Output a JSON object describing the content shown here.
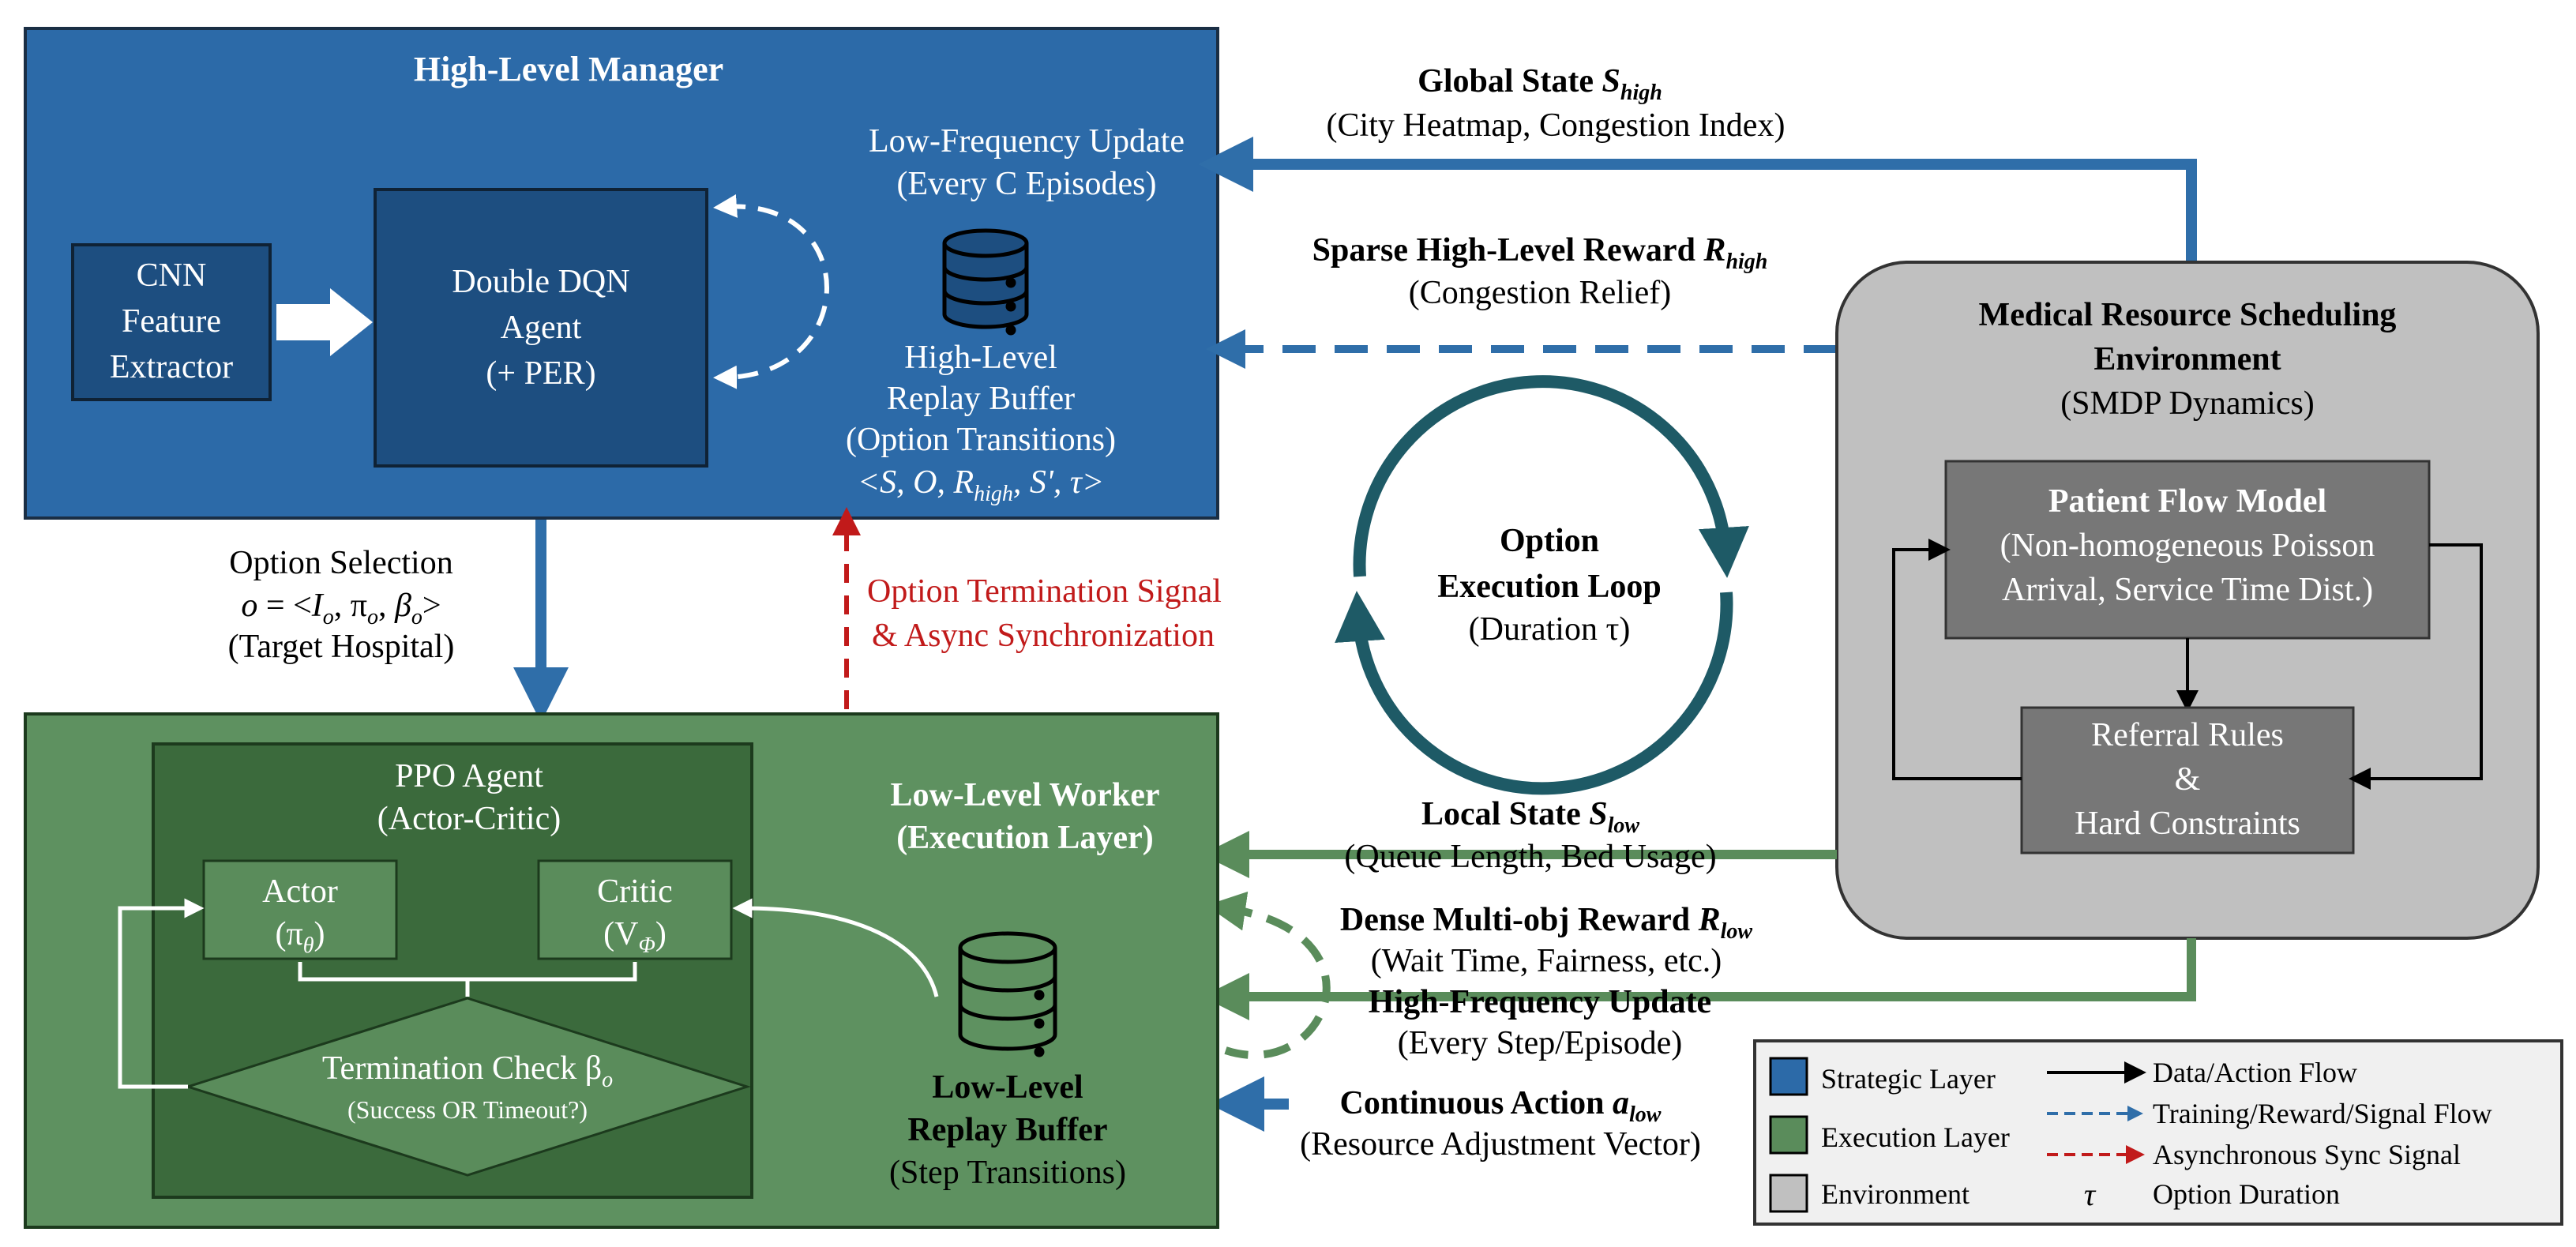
{
  "colors": {
    "strategic": "#2c6aa8",
    "strategic_inner": "#1d4e80",
    "execution": "#5e9160",
    "execution_inner": "#3b6a3c",
    "execution_box": "#5a8c5b",
    "environment": "#c0c0c0",
    "env_box": "#777777",
    "loop": "#1e5a66",
    "async": "#c11a1a",
    "flow_blue": "#2f6ea9",
    "flow_green": "#5a8c5b"
  },
  "manager": {
    "title": "High-Level Manager",
    "cnn": [
      "CNN",
      "Feature",
      "Extractor"
    ],
    "ddqn": [
      "Double DQN",
      "Agent",
      "(+ PER)"
    ],
    "update": [
      "Low-Frequency Update",
      "(Every C Episodes)"
    ],
    "buffer": [
      "High-Level",
      "Replay Buffer",
      "(Option Transitions)"
    ],
    "tuple": "<S, O, R_high, S', τ>"
  },
  "option_selection": {
    "label": "Option Selection",
    "formula": "o = <I_o, π_o, β_o>",
    "target": "(Target Hospital)"
  },
  "termination_signal": [
    "Option Termination Signal",
    "& Async Synchronization"
  ],
  "loop": {
    "title": [
      "Option",
      "Execution Loop"
    ],
    "sub": "(Duration τ)"
  },
  "flows": {
    "global_state": {
      "title": "Global State S_high",
      "sub": "(City Heatmap, Congestion Index)"
    },
    "sparse_reward": {
      "title": "Sparse High-Level Reward R_high",
      "sub": "(Congestion Relief)"
    },
    "local_state": {
      "title": "Local State S_low",
      "sub": "(Queue Length, Bed Usage)"
    },
    "dense_reward": {
      "title": "Dense Multi-obj Reward R_low",
      "sub": "(Wait Time, Fairness, etc.)"
    },
    "hf_update": {
      "title": "High-Frequency Update",
      "sub": "(Every Step/Episode)"
    },
    "action": {
      "title": "Continuous Action a_low",
      "sub": "(Resource Adjustment Vector)"
    }
  },
  "environment": {
    "title": [
      "Medical Resource Scheduling",
      "Environment"
    ],
    "sub": "(SMDP Dynamics)",
    "patient_flow": {
      "title": "Patient Flow Model",
      "lines": [
        "(Non-homogeneous Poisson",
        "Arrival, Service Time Dist.)"
      ]
    },
    "referral": [
      "Referral Rules",
      "&",
      "Hard Constraints"
    ]
  },
  "worker": {
    "title": [
      "Low-Level Worker",
      "(Execution Layer)"
    ],
    "ppo": [
      "PPO Agent",
      "(Actor-Critic)"
    ],
    "actor": [
      "Actor",
      "(π_θ)"
    ],
    "critic": [
      "Critic",
      "(V_Φ)"
    ],
    "termination": [
      "Termination Check β_o",
      "(Success OR Timeout?)"
    ],
    "buffer": [
      "Low-Level",
      "Replay Buffer",
      "(Step Transitions)"
    ]
  },
  "legend": {
    "swatches": [
      {
        "label": "Strategic Layer",
        "color": "#2c6aa8"
      },
      {
        "label": "Execution Layer",
        "color": "#5a8c5b"
      },
      {
        "label": "Environment",
        "color": "#c0c0c0"
      }
    ],
    "lines": [
      {
        "label": "Data/Action Flow",
        "style": "solid-black"
      },
      {
        "label": "Training/Reward/Signal Flow",
        "style": "dashed-blue"
      },
      {
        "label": "Asynchronous Sync Signal",
        "style": "dashed-red"
      },
      {
        "label": "Option Duration",
        "symbol": "τ"
      }
    ]
  }
}
